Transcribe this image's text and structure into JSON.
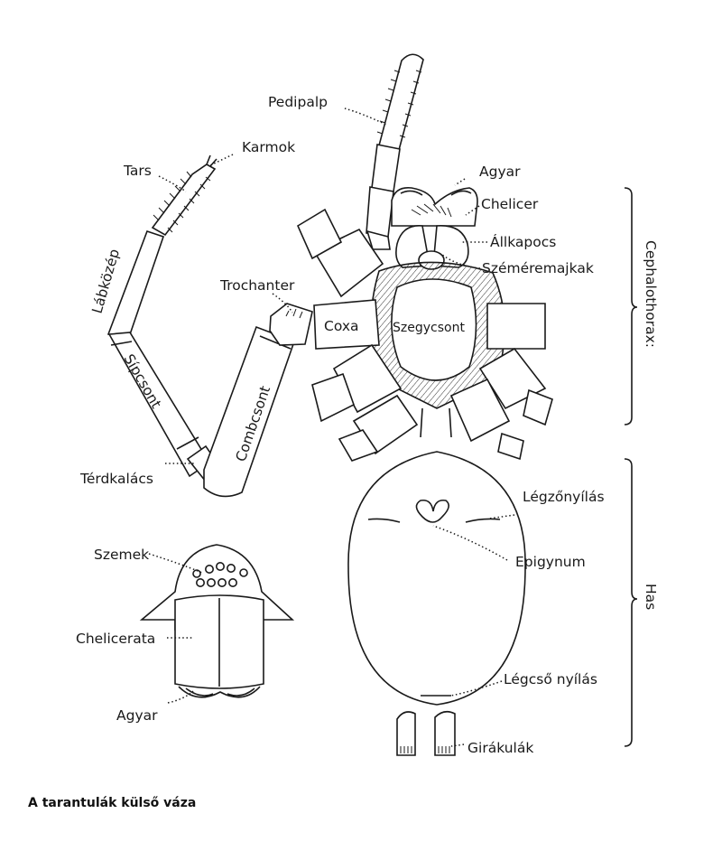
{
  "caption": "A tarantulák külső váza",
  "leg_labels": {
    "tars": "Tars",
    "karmok": "Karmok",
    "labkozep": "Lábközép",
    "sipcsont": "Sípcsont",
    "trochanter": "Trochanter",
    "combcsont": "Combcsont",
    "terdkalacs": "Térdkalács"
  },
  "body_labels": {
    "pedipalp": "Pedipalp",
    "agyar": "Agyar",
    "chelicer": "Chelicer",
    "allkapocs": "Állkapocs",
    "szemeremajkak": "Széméremajkak",
    "coxa": "Coxa",
    "szegycsont": "Szegycsont",
    "legzonyilas": "Légzőnyílás",
    "epigynum": "Epigynum",
    "legcso_nyilas": "Légcső nyílás",
    "girakulak": "Girákulák"
  },
  "head_labels": {
    "szemek": "Szemek",
    "chelicerata": "Chelicerata",
    "agyar": "Agyar"
  },
  "region_labels": {
    "cephalothorax": "Cephalothorax:",
    "has": "Has"
  }
}
